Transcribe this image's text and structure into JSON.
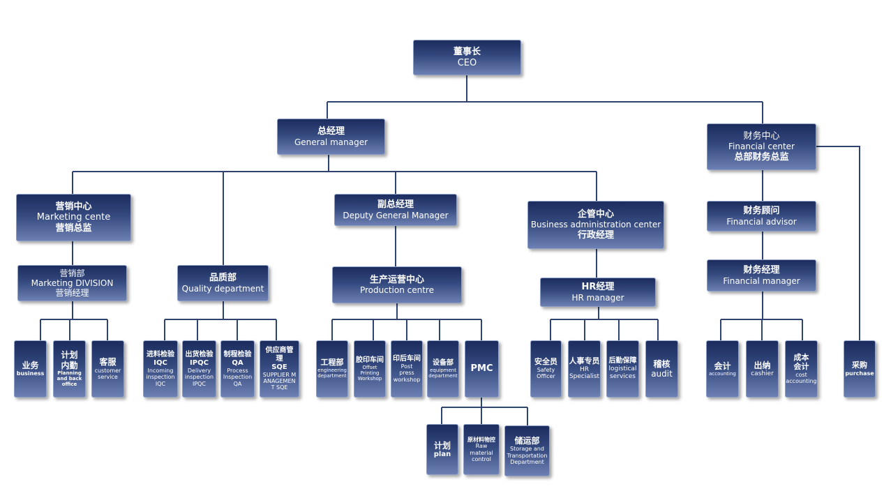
{
  "ceo": {
    "zh": "董事长",
    "en": "CEO"
  },
  "general_manager": {
    "zh": "总经理",
    "en": "General manager"
  },
  "financial_center": {
    "zh": "财务中心",
    "en": "Financial center",
    "zh2": "总部财务总监"
  },
  "marketing_center": {
    "zh": "营销中心",
    "en": "Marketing cente",
    "zh2": "营销总监"
  },
  "deputy_gm": {
    "zh": "副总经理",
    "en": "Deputy General Manager"
  },
  "business_admin": {
    "zh": "企管中心",
    "en": "Business administration center",
    "zh2": "行政经理"
  },
  "financial_advisor": {
    "zh": "财务顾问",
    "en": "Financial advisor"
  },
  "marketing_division": {
    "zh": "营销部",
    "en": "Marketing DIVISION",
    "zh2": "营销经理"
  },
  "quality_dept": {
    "zh": "品质部",
    "en": "Quality department"
  },
  "production_centre": {
    "zh": "生产运营中心",
    "en": "Production centre"
  },
  "hr_manager": {
    "zh": "HR经理",
    "en": "HR manager"
  },
  "financial_manager": {
    "zh": "财务经理",
    "en": "Financial manager"
  },
  "business": {
    "zh": "业务",
    "en": "business"
  },
  "planning": {
    "zh": "计划\n内勤",
    "en": "Planning and back office"
  },
  "customer_service": {
    "zh": "客服",
    "en": "customer service"
  },
  "iqc": {
    "zh": "进料检验\nIQC",
    "en": "Incoming inspection IQC"
  },
  "ipqc": {
    "zh": "出货检验\nIPQC",
    "en": "Delivery inspection IPQC"
  },
  "qa": {
    "zh": "制程检验\nQA",
    "en": "Process Inspection QA"
  },
  "sqe": {
    "zh": "供应商管理\nSQE",
    "en": "SUPPLIER MANAGEMENT SQE"
  },
  "engineering": {
    "zh": "工程部",
    "en": "engineering department"
  },
  "offset_printing": {
    "zh": "胶印车间",
    "en": "Offset Printing Workshop"
  },
  "post_press": {
    "zh": "印后车间",
    "en": "Post press workshop"
  },
  "equipment": {
    "zh": "设备部",
    "en": "equipment department"
  },
  "pmc": {
    "label": "PMC"
  },
  "safety_officer": {
    "zh": "安全员",
    "en": "Safety Officer"
  },
  "hr_specialist": {
    "zh": "人事专员",
    "en": "HR Specialist"
  },
  "logistics": {
    "zh": "后勤保障",
    "en": "logistical services"
  },
  "audit": {
    "zh": "稽核",
    "en": "audit"
  },
  "accounting": {
    "zh": "会计",
    "en": "accounting"
  },
  "cashier": {
    "zh": "出纳",
    "en": "cashier"
  },
  "cost_accounting": {
    "zh": "成本\n会计",
    "en": "cost accounting"
  },
  "purchase": {
    "zh": "采购",
    "en": "purchase"
  },
  "plan": {
    "zh": "计划",
    "en": "plan"
  },
  "raw_material": {
    "zh": "原材料物控",
    "en": "Raw material control"
  },
  "storage": {
    "zh": "储运部",
    "en": "Storage and Transportation Department"
  }
}
